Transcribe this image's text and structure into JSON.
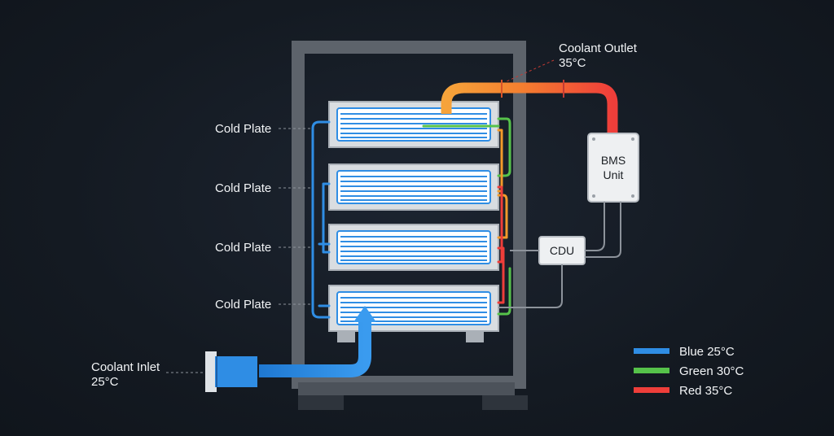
{
  "labels": {
    "cold_plates": [
      "Cold Plate",
      "Cold Plate",
      "Cold Plate",
      "Cold Plate"
    ],
    "coolant_outlet": {
      "line1": "Coolant Outlet",
      "line2": "35°C"
    },
    "coolant_inlet": {
      "line1": "Coolant Inlet",
      "line2": "25°C"
    },
    "bms_unit": {
      "line1": "BMS",
      "line2": "Unit"
    },
    "cdu": "CDU"
  },
  "legend": [
    {
      "label": "Blue 25°C",
      "color": "#2f8de4"
    },
    {
      "label": "Green 30°C",
      "color": "#56c24a"
    },
    {
      "label": "Red 35°C",
      "color": "#ef3e3a"
    }
  ],
  "colors": {
    "cool": "#2f8de4",
    "warm": "#56c24a",
    "hot": "#ef3e3a",
    "mid": "#f39a2a",
    "frame": "#5d636b",
    "wire": "#8d939b"
  }
}
